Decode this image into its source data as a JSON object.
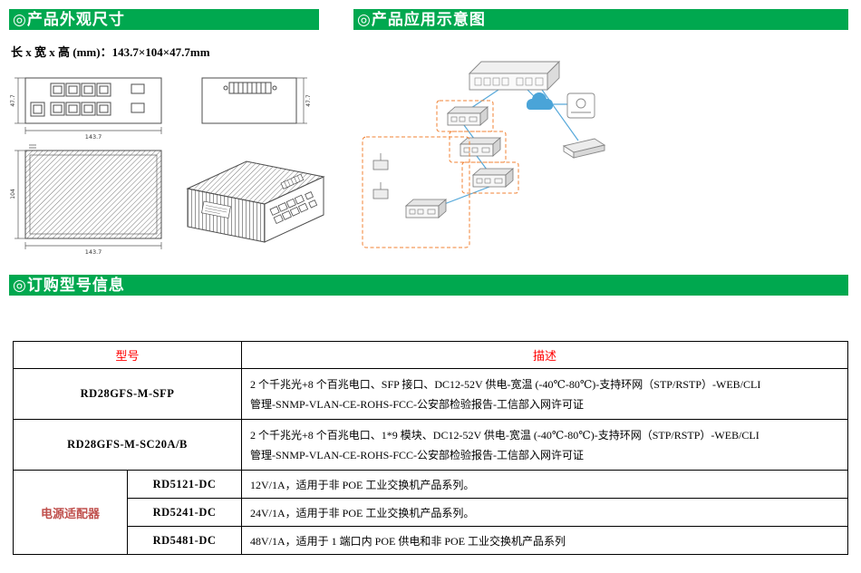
{
  "headers": {
    "appearance": "◎产品外观尺寸",
    "application": "◎产品应用示意图",
    "ordering": "◎订购型号信息"
  },
  "dimensions_note": "长 x 宽 x 高 (mm)：143.7×104×47.7mm",
  "drawings": {
    "front_width_label": "143.7",
    "front_height_label": "47.7",
    "side_height_label": "47.7",
    "top_height_label": "104",
    "top_width_label": "143.7"
  },
  "table": {
    "header": {
      "model": "型号",
      "description": "描述"
    },
    "rows": [
      {
        "model": "RD28GFS-M-SFP",
        "description_line1": "2 个千兆光+8 个百兆电口、SFP 接口、DC12-52V 供电-宽温 (-40℃-80℃)-支持环网（STP/RSTP）-WEB/CLI",
        "description_line2": "管理-SNMP-VLAN-CE-ROHS-FCC-公安部检验报告-工信部入网许可证"
      },
      {
        "model": "RD28GFS-M-SC20A/B",
        "description_line1": "2 个千兆光+8 个百兆电口、1*9 模块、DC12-52V 供电-宽温 (-40℃-80℃)-支持环网（STP/RSTP）-WEB/CLI",
        "description_line2": "管理-SNMP-VLAN-CE-ROHS-FCC-公安部检验报告-工信部入网许可证"
      }
    ],
    "adapter_group": {
      "label": "电源适配器",
      "rows": [
        {
          "model": "RD5121-DC",
          "description": "12V/1A，适用于非 POE 工业交换机产品系列。"
        },
        {
          "model": "RD5241-DC",
          "description": "24V/1A，适用于非 POE 工业交换机产品系列。"
        },
        {
          "model": "RD5481-DC",
          "description": "48V/1A，适用于 1 端口内 POE 供电和非 POE 工业交换机产品系列"
        }
      ]
    }
  },
  "colors": {
    "header_green": "#00a84f",
    "header_text": "#ffffff",
    "table_header_red": "#ff0000",
    "adapter_red": "#c0504d",
    "drawing_line": "#4d4d4d",
    "diagram_blue": "#57a9da",
    "diagram_orange": "#f08233"
  }
}
